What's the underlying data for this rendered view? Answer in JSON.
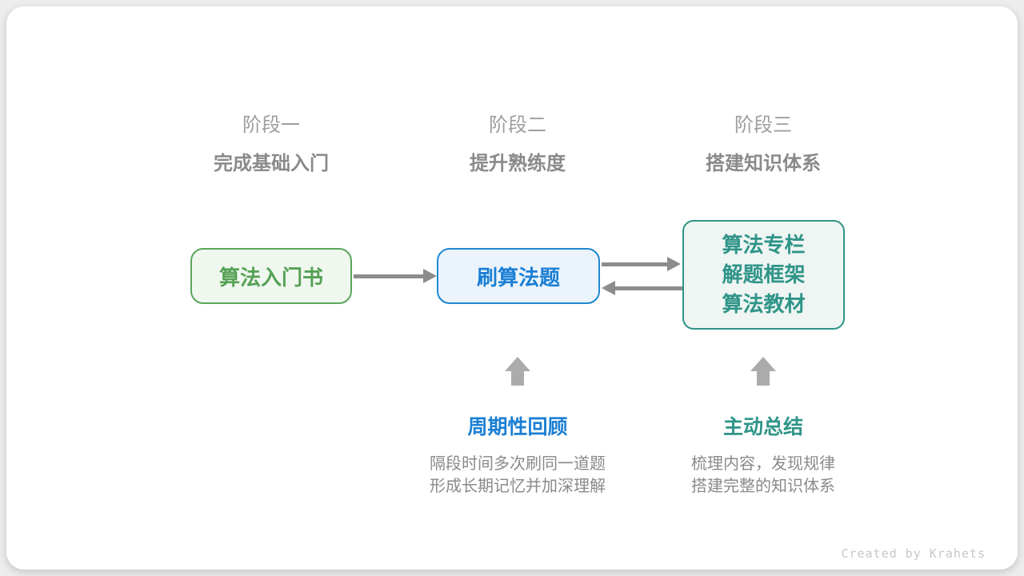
{
  "stages": [
    {
      "label": "阶段一",
      "sublabel": "完成基础入门"
    },
    {
      "label": "阶段二",
      "sublabel": "提升熟练度"
    },
    {
      "label": "阶段三",
      "sublabel": "搭建知识体系"
    }
  ],
  "nodes": {
    "book": {
      "label": "算法入门书"
    },
    "practice": {
      "label": "刷算法题"
    },
    "resources": {
      "lines": [
        "算法专栏",
        "解题框架",
        "算法教材"
      ]
    }
  },
  "annotations": [
    {
      "title": "周期性回顾",
      "lines": [
        "隔段时间多次刷同一道题",
        "形成长期记忆并加深理解"
      ]
    },
    {
      "title": "主动总结",
      "lines": [
        "梳理内容，发现规律",
        "搭建完整的知识体系"
      ]
    }
  ],
  "credit": "Created by Krahets",
  "colors": {
    "green_border": "#5ba55b",
    "green_bg": "#f0f7ef",
    "green_text": "#55a155",
    "blue_border": "#1e88d2",
    "blue_bg": "#ebf4fc",
    "blue_text": "#1b7fd4",
    "teal_border": "#2f9488",
    "teal_bg": "#eef5f3",
    "teal_text": "#2f9488",
    "arrow_gray": "#8c8c8c",
    "up_arrow_gray": "#ababab",
    "stage_label_gray": "#9e9e9e",
    "desc_gray": "#8a8a8a",
    "credit_gray": "#c7c7c7"
  }
}
